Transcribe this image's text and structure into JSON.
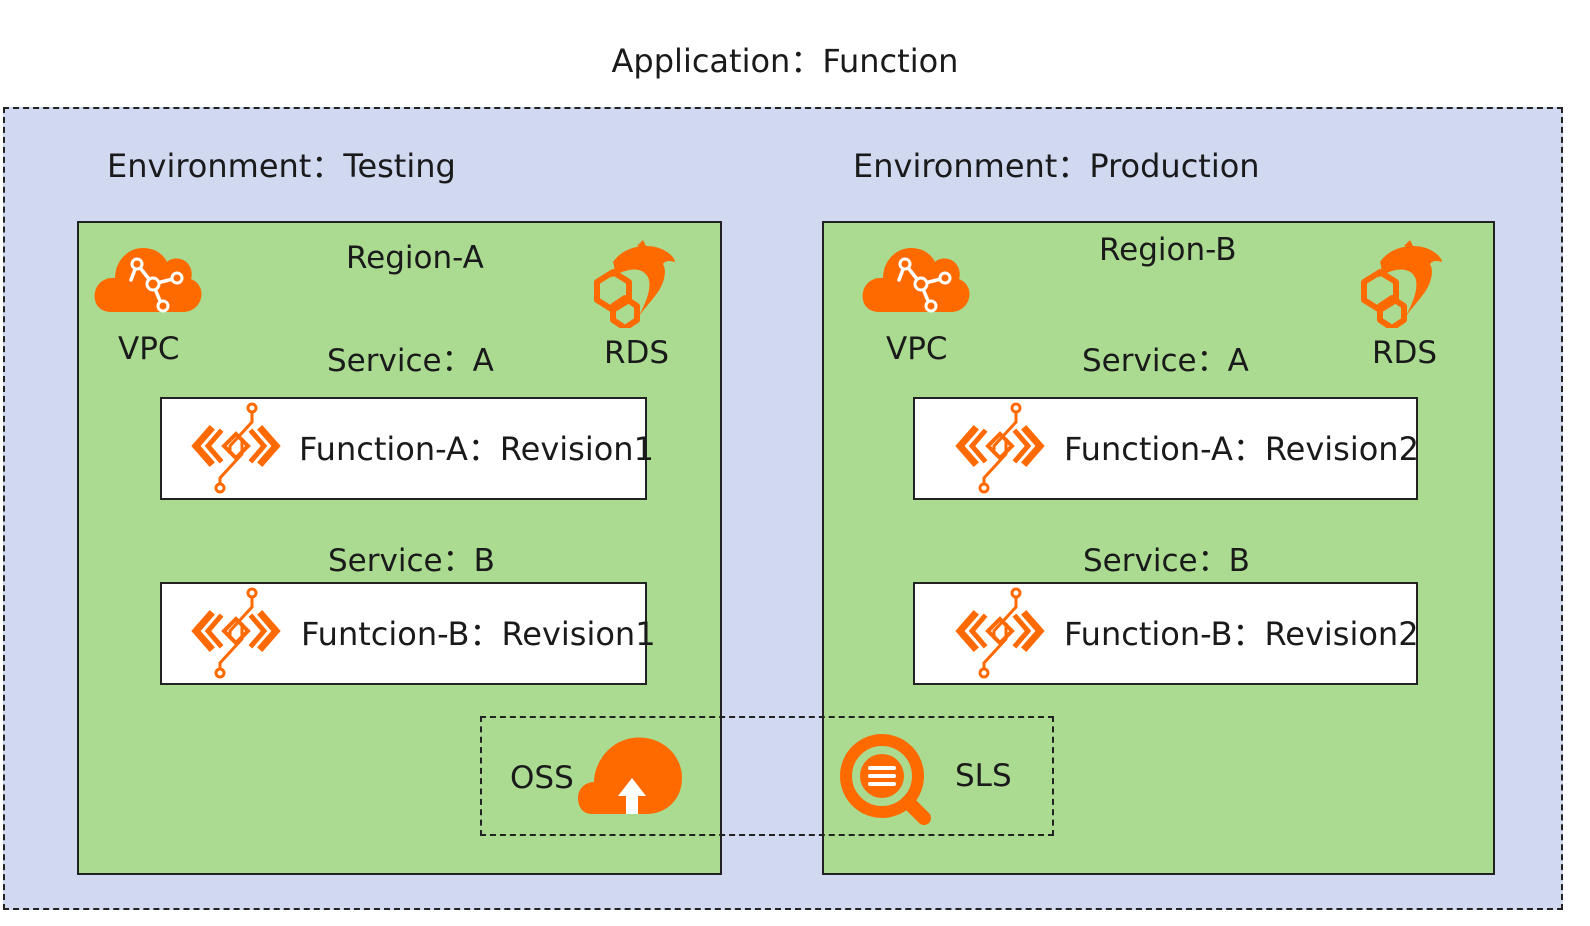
{
  "application": {
    "title": "Application：Function"
  },
  "environments": [
    {
      "label": "Environment：Testing",
      "region": "Region-A",
      "resources": [
        "VPC",
        "RDS"
      ],
      "services": [
        {
          "label": "Service：A",
          "function": "Function-A：Revision1"
        },
        {
          "label": "Service：B",
          "function": "Funtcion-B：Revision1"
        }
      ]
    },
    {
      "label": "Environment：Production",
      "region": "Region-B",
      "resources": [
        "VPC",
        "RDS"
      ],
      "services": [
        {
          "label": "Service：A",
          "function": "Function-A：Revision2"
        },
        {
          "label": "Service：B",
          "function": "Function-B：Revision2"
        }
      ]
    }
  ],
  "shared": {
    "oss": "OSS",
    "sls": "SLS"
  },
  "colors": {
    "accent": "#ff6a00",
    "application_bg": "#d1d9f1",
    "region_bg": "#abdb91",
    "function_bg": "#ffffff"
  },
  "icons": [
    "vpc-cloud-icon",
    "rds-dolphin-icon",
    "function-compute-icon",
    "oss-cloud-upload-icon",
    "sls-log-search-icon"
  ]
}
